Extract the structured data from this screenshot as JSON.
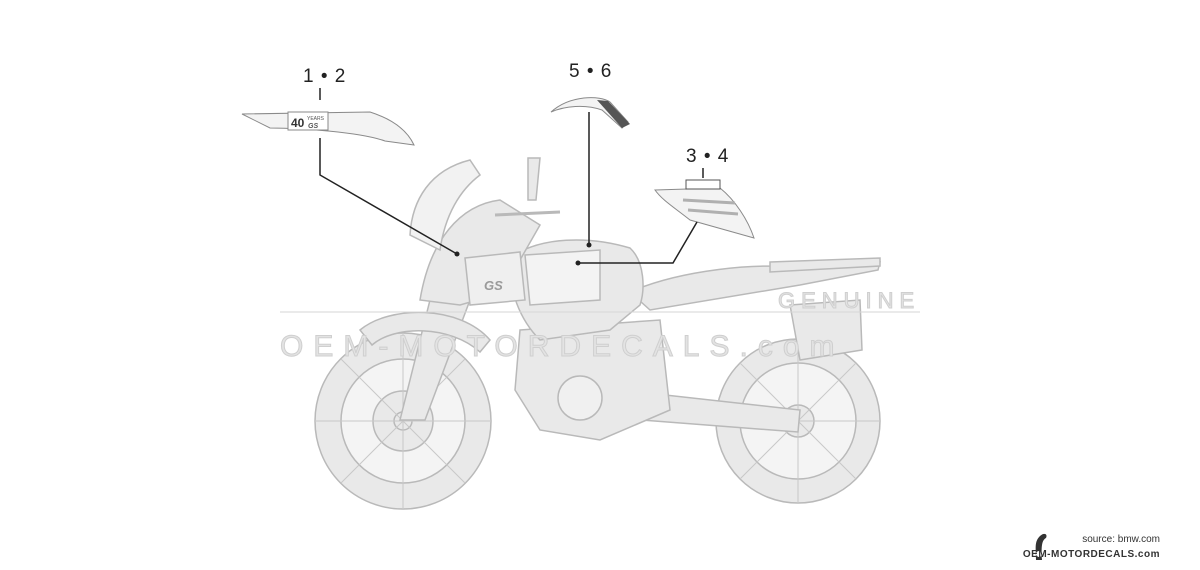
{
  "callouts": {
    "part_1_2": "1 • 2",
    "part_5_6": "5 • 6",
    "part_3_4": "3 • 4"
  },
  "decal_text": {
    "anniversary_number": "40",
    "anniversary_word": "YEARS",
    "anniversary_model": "GS",
    "tank_badge": "GS"
  },
  "watermark": {
    "main": "OEM-MOTORDECALS.com",
    "secondary": "GENUINE"
  },
  "footer": {
    "source": "source: bmw.com",
    "site": "OEM-MOTORDECALS.com"
  },
  "colors": {
    "line": "#222222",
    "bike_fill": "#e9e9e9",
    "bike_stroke": "#b9b9b9",
    "decal_stroke": "#8a8a8a",
    "accent_red": "#c0392b"
  }
}
